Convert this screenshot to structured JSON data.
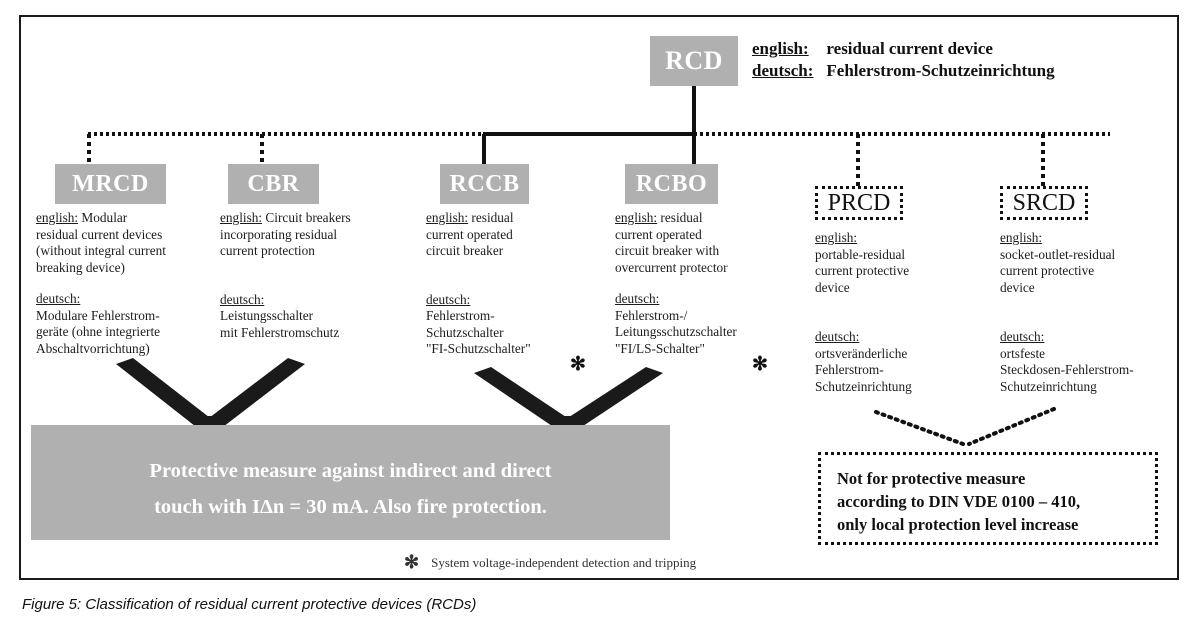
{
  "figure": {
    "caption": "Figure 5: Classification of residual current protective devices (RCDs)"
  },
  "colors": {
    "node_fill": "#b0b0b0",
    "node_text": "#ffffff",
    "band_fill": "#b0b0b0",
    "frame_border": "#1a1a1a",
    "body_text": "#1c1c1c"
  },
  "root": {
    "label": "RCD",
    "english_key": "english:",
    "english_value": "residual current device",
    "deutsch_key": "deutsch:",
    "deutsch_value": "Fehlerstrom-Schutzeinrichtung"
  },
  "nodes": [
    {
      "label": "MRCD",
      "style": "solid-gray",
      "english_key": "english:",
      "english_value": "Modular residual current devices (without integral current breaking device)",
      "deutsch_key": "deutsch:",
      "deutsch_value": "Modulare Fehlerstrom-geräte (ohne integrierte Abschaltvorrichtung)",
      "english_lines": [
        "english: Modular",
        "residual current devices",
        "(without integral current",
        "breaking device)"
      ],
      "deutsch_lines": [
        "deutsch:",
        "Modulare Fehlerstrom-",
        "geräte (ohne integrierte",
        "Abschaltvorrichtung)"
      ],
      "asterisk": ""
    },
    {
      "label": "CBR",
      "style": "solid-gray",
      "english_key": "english:",
      "english_value": "Circuit breakers incorporating residual current protection",
      "deutsch_key": "deutsch:",
      "deutsch_value": "Leistungsschalter mit Fehlerstromschutz",
      "english_lines": [
        "english: Circuit breakers",
        "incorporating residual",
        "current protection"
      ],
      "deutsch_lines": [
        "deutsch:",
        "Leistungsschalter",
        "mit Fehlerstromschutz"
      ],
      "asterisk": ""
    },
    {
      "label": "RCCB",
      "style": "solid-gray",
      "english_key": "english:",
      "english_value": "residual current operated circuit breaker",
      "deutsch_key": "deutsch:",
      "deutsch_value": "Fehlerstrom-Schutzschalter \"FI-Schutzschalter\"",
      "english_lines": [
        "english: residual",
        "current operated",
        "circuit breaker"
      ],
      "deutsch_lines": [
        "deutsch:",
        "Fehlerstrom-",
        "Schutzschalter",
        "\"FI-Schutzschalter\""
      ],
      "asterisk": "✻"
    },
    {
      "label": "RCBO",
      "style": "solid-gray",
      "english_key": "english:",
      "english_value": "residual current operated circuit breaker with overcurrent protector",
      "deutsch_key": "deutsch:",
      "deutsch_value": "Fehlerstrom-/ Leitungsschutzschalter \"FI/LS-Schalter\"",
      "english_lines": [
        "english: residual",
        "current operated",
        "circuit breaker with",
        "overcurrent protector"
      ],
      "deutsch_lines": [
        "deutsch:",
        "Fehlerstrom-/",
        "Leitungsschutzschalter",
        "\"FI/LS-Schalter\""
      ],
      "asterisk": "✻"
    },
    {
      "label": "PRCD",
      "style": "dotted-outline",
      "english_key": "english:",
      "english_value": "portable-residual current protective device",
      "deutsch_key": "deutsch:",
      "deutsch_value": "ortsveränderliche Fehlerstrom-Schutzeinrichtung",
      "english_lines": [
        "english:",
        "portable-residual",
        "current protective",
        "device"
      ],
      "deutsch_lines": [
        "deutsch:",
        "ortsveränderliche",
        "Fehlerstrom-",
        "Schutzeinrichtung"
      ],
      "asterisk": ""
    },
    {
      "label": "SRCD",
      "style": "dotted-outline",
      "english_key": "english:",
      "english_value": "socket-outlet-residual current protective device",
      "deutsch_key": "deutsch:",
      "deutsch_value": "ortsfeste Steckdosen-Fehlerstrom-Schutzeinrichtung",
      "english_lines": [
        "english:",
        "socket-outlet-residual",
        "current protective",
        "device"
      ],
      "deutsch_lines": [
        "deutsch:",
        "ortsfeste",
        "Steckdosen-Fehlerstrom-",
        "Schutzeinrichtung"
      ],
      "asterisk": ""
    }
  ],
  "summary_band": {
    "line1": "Protective measure against indirect and direct",
    "line2": "touch with IΔn = 30 mA. Also fire protection."
  },
  "exclusion_box": {
    "line1": "Not for protective measure",
    "line2": "according to DIN VDE 0100 – 410,",
    "line3": "only local protection level increase"
  },
  "footnote": {
    "marker": "✻",
    "text": "System voltage-independent detection and tripping"
  }
}
